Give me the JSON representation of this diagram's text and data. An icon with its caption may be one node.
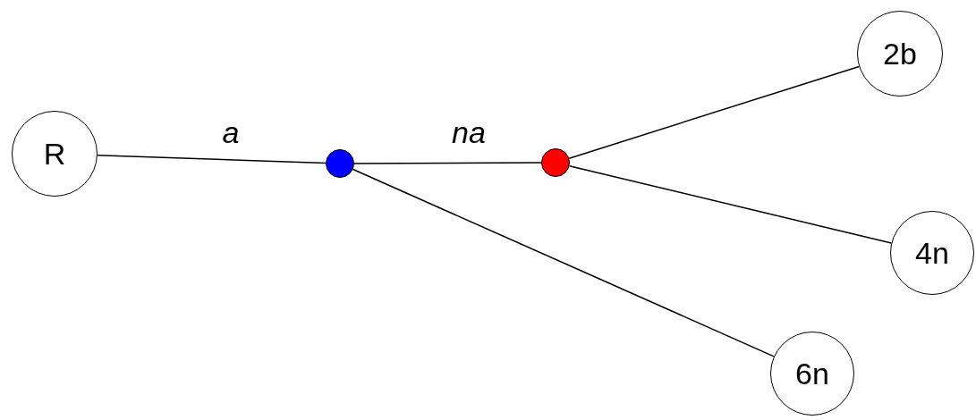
{
  "diagram": {
    "nodes": [
      {
        "text": [
          "R"
        ]
      },
      {
        "text": [],
        "shape": "circle"
      },
      {
        "text": [],
        "shape": "circle"
      },
      {
        "text": [
          "2b"
        ]
      },
      {
        "text": [
          "4n"
        ]
      },
      {
        "text": [
          "6n"
        ]
      }
    ],
    "edges": [
      {
        "from": 0,
        "to": 1,
        "arrow": "none",
        "label": "a"
      },
      {
        "from": 1,
        "to": 2,
        "arrow": "none",
        "label": "na"
      },
      {
        "from": 2,
        "to": 3,
        "arrow": "none"
      },
      {
        "from": 2,
        "to": 4,
        "arrow": "none"
      },
      {
        "from": 1,
        "to": 5,
        "arrow": "none"
      }
    ]
  }
}
